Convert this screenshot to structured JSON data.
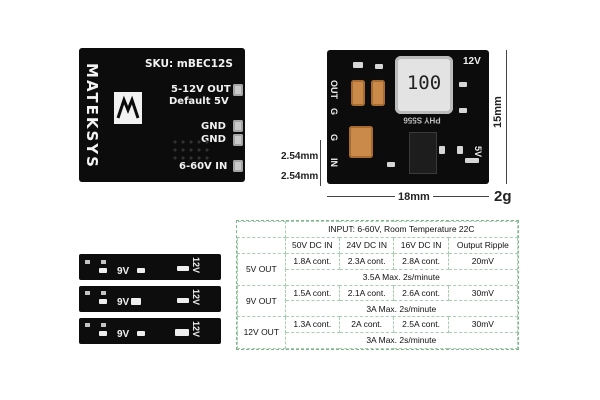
{
  "back_board": {
    "brand": "MATEKSYS",
    "sku": "SKU: mBEC12S",
    "out_line1": "5-12V OUT",
    "out_line2": "Default 5V",
    "gnd1": "GND",
    "gnd2": "GND",
    "vin": "6-60V IN"
  },
  "front_board": {
    "inductor_marking": "100",
    "chip_marking": "PHY S556",
    "voltage_label": "12V",
    "pin_labels": [
      "OUT",
      "G",
      "G",
      "IN"
    ],
    "edge_label": "5V"
  },
  "dimensions": {
    "pitch1": "2.54mm",
    "pitch2": "2.54mm",
    "width": "18mm",
    "height": "15mm",
    "weight": "2g"
  },
  "spec_table": {
    "input_note": "INPUT: 6-60V,  Room Temperature 22C",
    "headers": [
      "50V DC IN",
      "24V DC IN",
      "16V DC IN",
      "Output Ripple"
    ],
    "rows": [
      {
        "label": "5V OUT",
        "values": [
          "1.8A cont.",
          "2.3A cont.",
          "2.8A cont.",
          "20mV"
        ],
        "max": "3.5A Max.  2s/minute"
      },
      {
        "label": "9V OUT",
        "values": [
          "1.5A cont.",
          "2.1A cont.",
          "2.6A cont.",
          "30mV"
        ],
        "max": "3A Max.  2s/minute"
      },
      {
        "label": "12V OUT",
        "values": [
          "1.3A cont.",
          "2A cont.",
          "2.5A cont.",
          "30mV"
        ],
        "max": "3A Max.  2s/minute"
      }
    ]
  },
  "strips": [
    {
      "left_label": "9V",
      "right_label": "12V"
    },
    {
      "left_label": "9V",
      "right_label": "12V"
    },
    {
      "left_label": "9V",
      "right_label": "12V"
    }
  ]
}
